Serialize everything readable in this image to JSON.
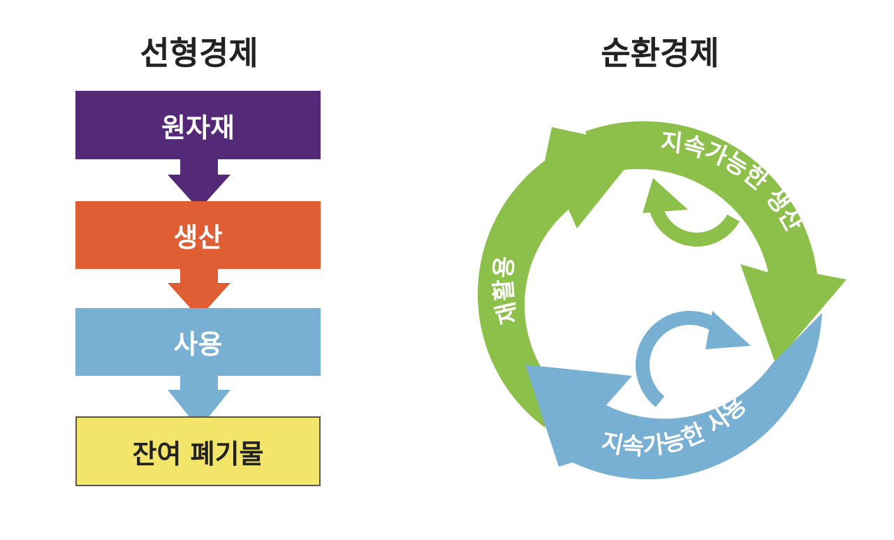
{
  "linear": {
    "title": "선형경제",
    "steps": [
      {
        "label": "원자재",
        "color": "#542a78",
        "text_color": "#ffffff"
      },
      {
        "label": "생산",
        "color": "#e05e34",
        "text_color": "#ffffff"
      },
      {
        "label": "사용",
        "color": "#78b0d3",
        "text_color": "#ffffff"
      },
      {
        "label": "잔여 폐기물",
        "color": "#f2e56a",
        "text_color": "#222222"
      }
    ]
  },
  "circular": {
    "title": "순환경제",
    "segments": {
      "recycle": {
        "label": "재활용",
        "color": "#8cc04a"
      },
      "sustainable_production": {
        "label": "지속가능한 생산",
        "color": "#8cc04a"
      },
      "sustainable_use": {
        "label": "지속가능한 사용",
        "color": "#78b0d3"
      }
    }
  }
}
